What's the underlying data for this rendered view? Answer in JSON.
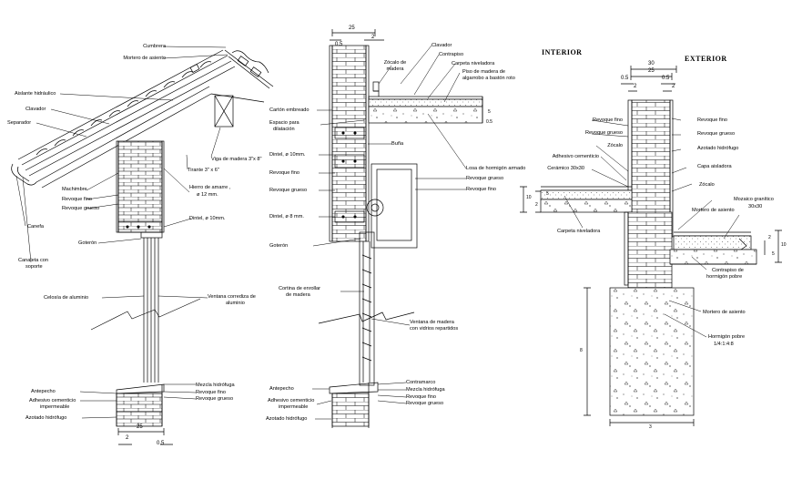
{
  "headers": {
    "interior": "INTERIOR",
    "exterior": "EXTERIOR"
  },
  "left": {
    "cumbrera": "Cumbrera",
    "mortero": "Mortero de asiento",
    "aislante": "Aislante hidráulico",
    "clavador": "Clavador",
    "separador": "Separador",
    "viga": "Viga de madera 3\"x 8\"",
    "tirante": "Tirante 3\" x 6\"",
    "hierro1": "Hierro de amarre ,",
    "hierro2": "ø 12 mm.",
    "machimbre": "Machimbre",
    "revfino": "Revoque fino",
    "revgrueso": "Revoque grueso",
    "dintel": "Dintel, ø 10mm.",
    "canefa": "Canefa",
    "goteron": "Goterón",
    "canaleta1": "Canaleta con",
    "canaleta2": "soporte",
    "celosia": "Celosía de aluminio",
    "ventana1": "Ventana corrediza de",
    "ventana2": "aluminio",
    "antepecho": "Antepecho",
    "adhesivo1": "Adhesivo cementicio",
    "adhesivo2": "impermeable",
    "azotado": "Azotado hidrófugo",
    "mezcla": "Mezcla hidrófuga",
    "revfino2": "Revoque fino",
    "revgrueso2": "Revoque grueso",
    "dim25": "25",
    "dim2": "2",
    "dim05": "0.5"
  },
  "middle": {
    "dimtop": "25",
    "dimtop2": "0.5",
    "dimtop3": "2",
    "zocalo1": "Zócalo de",
    "zocalo2": "madera",
    "clavador": "Clavador",
    "contrapiso": "Contrapiso",
    "carpeta": "Carpeta niveladora",
    "piso1": "Piso de madera de",
    "piso2": "algarrobo a bastón roto",
    "carton": "Cartón embreado",
    "espacio1": "Espacio para",
    "espacio2": "dilatación",
    "bunia": "Buña",
    "dintel": "Dintel, ø 10mm.",
    "revfino": "Revoque fino",
    "revgrueso": "Revoque grueso",
    "dintel8": "Dintel, ø 8 mm.",
    "losa": "Losa de hormigón armado",
    "revgrueso2": "Revoque grueso",
    "revfino2": "Revoque fino",
    "goteron": "Goterón",
    "cortina1": "Cortina de enrollar",
    "cortina2": "de madera",
    "ventana1": "Ventana de madera",
    "ventana2": "con vidrios repartidos",
    "antepecho": "Antepecho",
    "adhesivo1": "Adhesivo cementicio",
    "adhesivo2": "impermeable",
    "azotado": "Azotado hidrófugo",
    "contramarco": "Contramarco",
    "mezcla": "Mezcla hidrófuga",
    "revfino3": "Revoque fino",
    "revgrueso3": "Revoque grueso",
    "dim5": "5",
    "dim05b": "0.5"
  },
  "right": {
    "dim30": "30",
    "dim25": "25",
    "dim05a": "0.5",
    "dim05b": "0.5",
    "dim2a": "2",
    "dim2b": "2",
    "revfino": "Revoque fino",
    "revgrueso": "Revoque grueso",
    "zocalo": "Zócalo",
    "adhesivo": "Adhesivo cementicio",
    "ceramico": "Cerámico 30x30",
    "revfinoR": "Revoque fino",
    "revgruesoR": "Revoque grueso",
    "azotado": "Azotado hidrófugo",
    "capa": "Capa aisladora",
    "zocaloR": "Zócalo",
    "mosaico1": "Mozaico granítico",
    "mosaico2": "30x30",
    "mortero": "Mortero de asiento",
    "carpeta": "Carpeta niveladora",
    "contrapiso1": "Contrapiso de",
    "contrapiso2": "hormigón pobre",
    "morteroB": "Mortero de asiento",
    "hormigon1": "Hormigón pobre",
    "hormigon2": "1/4:1:4:8",
    "dim8": "8",
    "dim3": "3",
    "dim10a": "10",
    "dim10b": "10",
    "dim2c": "2",
    "dim2d": "2",
    "dim5a": "5",
    "dim5b": "5"
  }
}
